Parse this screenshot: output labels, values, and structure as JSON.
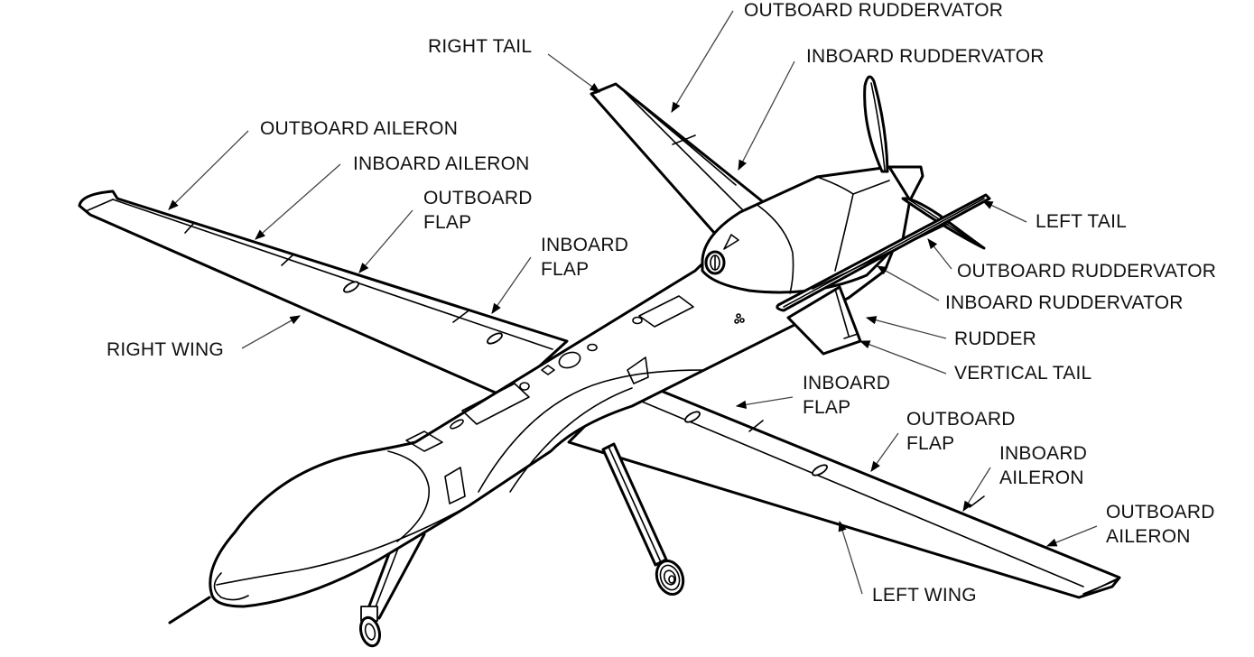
{
  "figure": {
    "subject": "UAV aircraft flight control surfaces diagram",
    "line_color": "#000000",
    "background": "#ffffff"
  },
  "labels": {
    "outboard_ruddervator_top": "OUTBOARD RUDDERVATOR",
    "right_tail": "RIGHT TAIL",
    "inboard_ruddervator_top": "INBOARD RUDDERVATOR",
    "right_outboard_aileron": "OUTBOARD AILERON",
    "right_inboard_aileron": "INBOARD AILERON",
    "right_outboard_flap": "OUTBOARD\nFLAP",
    "right_inboard_flap": "INBOARD\nFLAP",
    "right_wing": "RIGHT WING",
    "left_tail": "LEFT TAIL",
    "outboard_ruddervator_right": "OUTBOARD RUDDERVATOR",
    "inboard_ruddervator_right": "INBOARD RUDDERVATOR",
    "rudder": "RUDDER",
    "vertical_tail": "VERTICAL TAIL",
    "left_inboard_flap": "INBOARD\nFLAP",
    "left_outboard_flap": "OUTBOARD\nFLAP",
    "left_inboard_aileron": "INBOARD\nAILERON",
    "left_outboard_aileron": "OUTBOARD\nAILERON",
    "left_wing": "LEFT WING"
  }
}
